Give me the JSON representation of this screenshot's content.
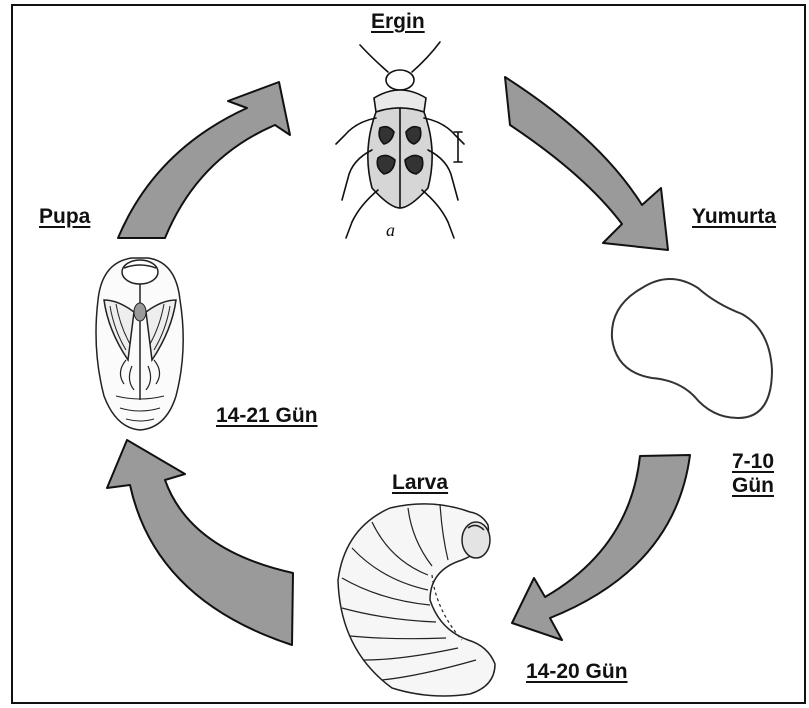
{
  "stages": {
    "adult": "Ergin",
    "egg": "Yumurta",
    "larva": "Larva",
    "pupa": "Pupa"
  },
  "durations": {
    "egg_line1": "7-10",
    "egg_line2": "Gün",
    "larva": "14-20 Gün",
    "pupa": "14-21 Gün"
  },
  "illustration_marks": {
    "adult_letter": "a"
  },
  "colors": {
    "arrow_fill": "#9a9a9a",
    "stroke": "#111111",
    "background": "#ffffff"
  }
}
